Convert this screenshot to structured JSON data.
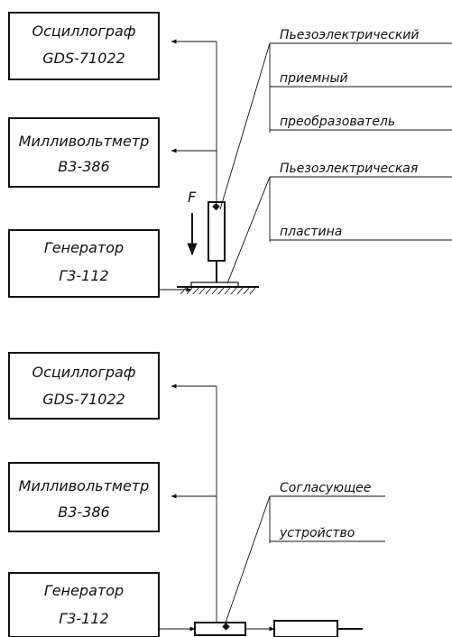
{
  "diagram1": {
    "oscilloscope": {
      "line1": "Осциллограф",
      "line2": "GDS-71022"
    },
    "millivoltmeter": {
      "line1": "Милливольтметр",
      "line2": "В3-386"
    },
    "generator": {
      "line1": "Генератор",
      "line2": "Г3-112"
    },
    "force_label": "F",
    "callout_receiver": [
      "Пьезоэлектрический",
      "приемный",
      "преобразователь"
    ],
    "callout_plate": [
      "Пьезоэлектрическая",
      "пластина"
    ]
  },
  "diagram2": {
    "oscilloscope": {
      "line1": "Осциллограф",
      "line2": "GDS-71022"
    },
    "millivoltmeter": {
      "line1": "Милливольтметр",
      "line2": "В3-386"
    },
    "generator": {
      "line1": "Генератор",
      "line2": "Г3-112"
    },
    "callout_matching": [
      "Согласующее",
      "устройство"
    ]
  }
}
